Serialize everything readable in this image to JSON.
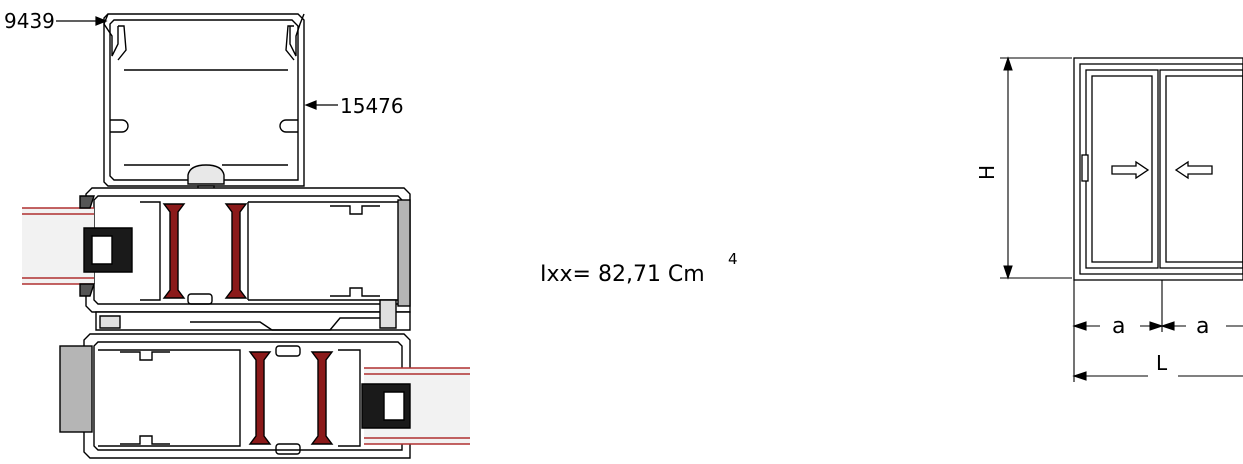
{
  "profile_labels": {
    "top_left": "9439",
    "right": "15476"
  },
  "formula": {
    "text": "Ixx= 82,71 Cm",
    "exponent": "4"
  },
  "elevation_labels": {
    "height": "H",
    "panel_a_left": "a",
    "panel_a_right": "a",
    "length": "L"
  },
  "colors": {
    "line": "#000000",
    "reinforcement": "#8b1a1a",
    "gasket": "#1a1a1a",
    "grey_part": "#b5b5b5",
    "glass_line": "#b03030"
  }
}
